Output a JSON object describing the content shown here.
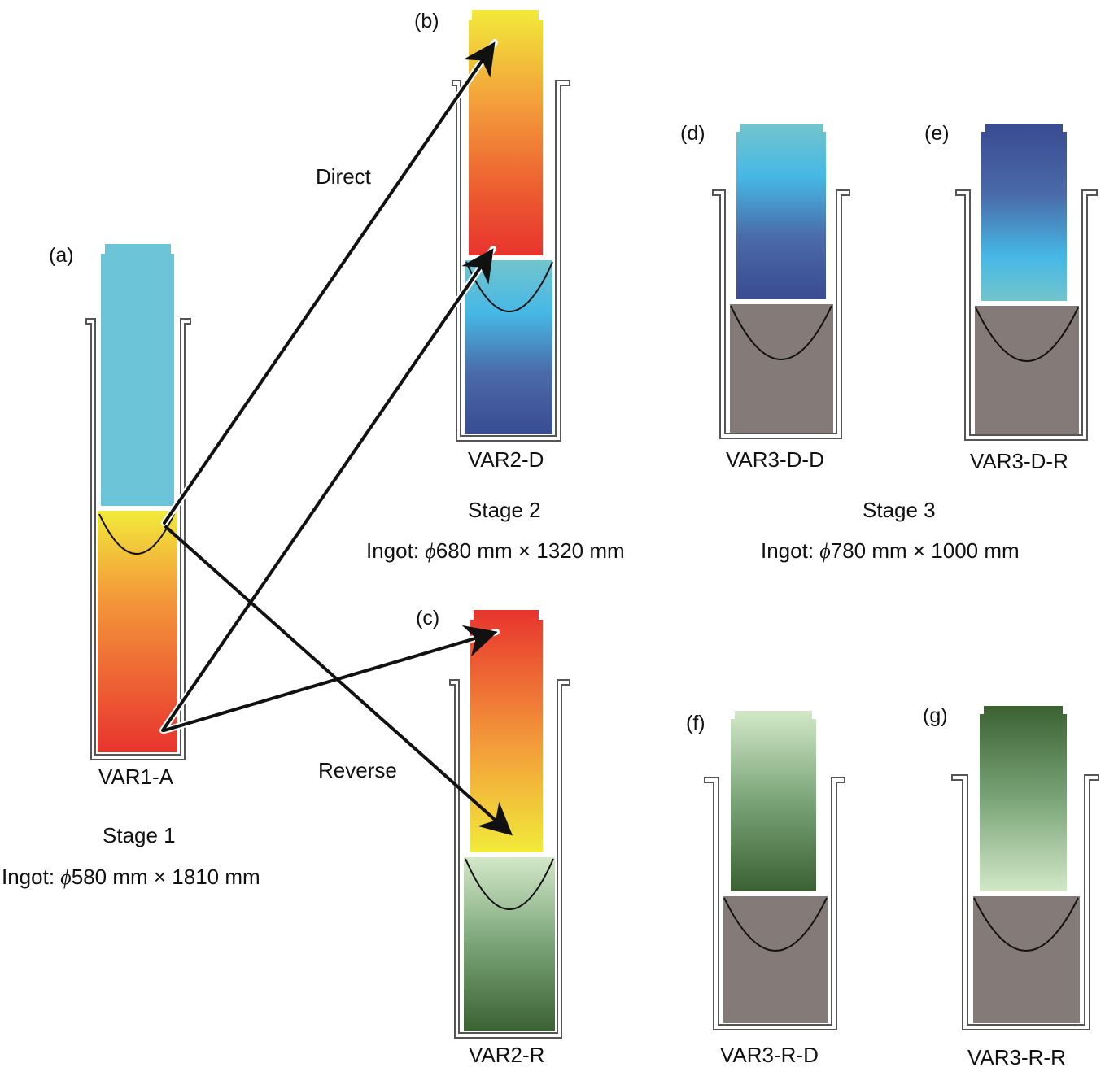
{
  "panels": [
    {
      "letter": "(a)",
      "name": "VAR1-A"
    },
    {
      "letter": "(b)",
      "name": "VAR2-D"
    },
    {
      "letter": "(c)",
      "name": "VAR2-R"
    },
    {
      "letter": "(d)",
      "name": "VAR3-D-D"
    },
    {
      "letter": "(e)",
      "name": "VAR3-D-R"
    },
    {
      "letter": "(f)",
      "name": "VAR3-R-D"
    },
    {
      "letter": "(g)",
      "name": "VAR3-R-R"
    }
  ],
  "stages": [
    {
      "label": "Stage 1",
      "ingot_prefix": "Ingot: ",
      "phi": "ϕ",
      "ingot_size": "580 mm × 1810 mm"
    },
    {
      "label": "Stage 2",
      "ingot_prefix": "Ingot: ",
      "phi": "ϕ",
      "ingot_size": "680 mm × 1320 mm"
    },
    {
      "label": "Stage 3",
      "ingot_prefix": "Ingot: ",
      "phi": "ϕ",
      "ingot_size": "780 mm × 1000 mm"
    }
  ],
  "arrows": {
    "direct": "Direct",
    "reverse": "Reverse"
  },
  "colors": {
    "red": "#e8342e",
    "orange": "#f39a3a",
    "yellow": "#f2ea3a",
    "light_blue": "#6bc4d8",
    "sky_blue": "#46b8e6",
    "dark_blue": "#3a4b92",
    "dark_green": "#3b6133",
    "light_green": "#d2e8c8",
    "solid_gray": "#847a78"
  }
}
